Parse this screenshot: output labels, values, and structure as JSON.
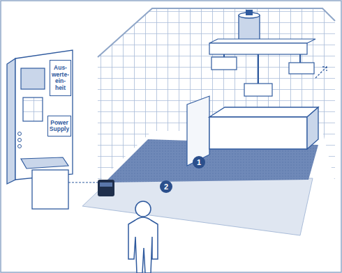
{
  "diagram": {
    "nodes": [
      {
        "text": [
          "Aus- werte- ein- heit"
        ]
      },
      {
        "text": [
          "Power Supply"
        ]
      },
      {
        "text": [
          "1"
        ]
      },
      {
        "text": [
          "2"
        ]
      }
    ]
  }
}
